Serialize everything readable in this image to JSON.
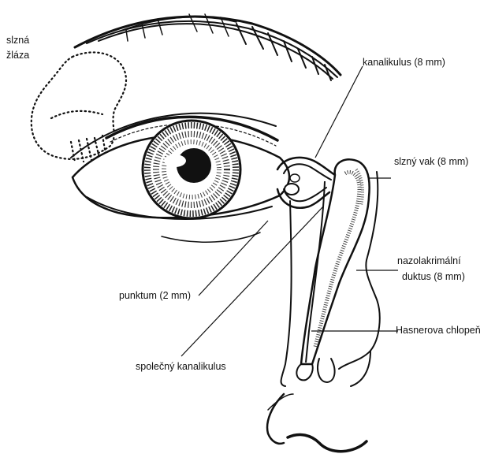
{
  "labels": {
    "lacrimal_gland_line1": "slzná",
    "lacrimal_gland_line2": "žláza",
    "canaliculus": "kanalikulus (8 mm)",
    "lacrimal_sac": "slzný vak (8 mm)",
    "nasolacrimal_line1": "nazolakrimální",
    "nasolacrimal_line2": "duktus (8 mm)",
    "hasner_valve": "Hasnerova chlopeň",
    "punctum": "punktum (2 mm)",
    "common_canaliculus": "společný kanalikulus"
  }
}
